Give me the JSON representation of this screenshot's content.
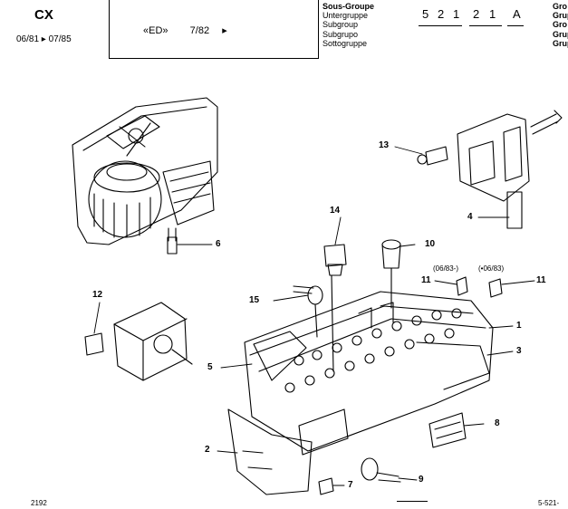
{
  "header": {
    "model": "CX",
    "date_range": "06/81 ▸ 07/85",
    "edition": "«ED»",
    "edition_date": "7/82",
    "edition_arrow": "▸",
    "subgroup_labels": [
      "Sous-Groupe",
      "Untergruppe",
      "Subgroup",
      "Subgrupo",
      "Sottogruppe"
    ],
    "subgroup_code": [
      "5",
      "2",
      "1",
      "2",
      "1",
      "A"
    ],
    "group_labels": [
      "Gro",
      "Grup",
      "Gro",
      "Grup",
      "Grup"
    ]
  },
  "callouts": [
    "1",
    "2",
    "3",
    "4",
    "5",
    "6",
    "7",
    "8",
    "9",
    "10",
    "11",
    "11",
    "12",
    "13",
    "14",
    "15"
  ],
  "notes": {
    "before": "(06/83-)",
    "after": "(•06/83)"
  },
  "footer": {
    "left": "2192",
    "right": "5-521-"
  },
  "colors": {
    "ink": "#000000",
    "paper": "#ffffff"
  }
}
